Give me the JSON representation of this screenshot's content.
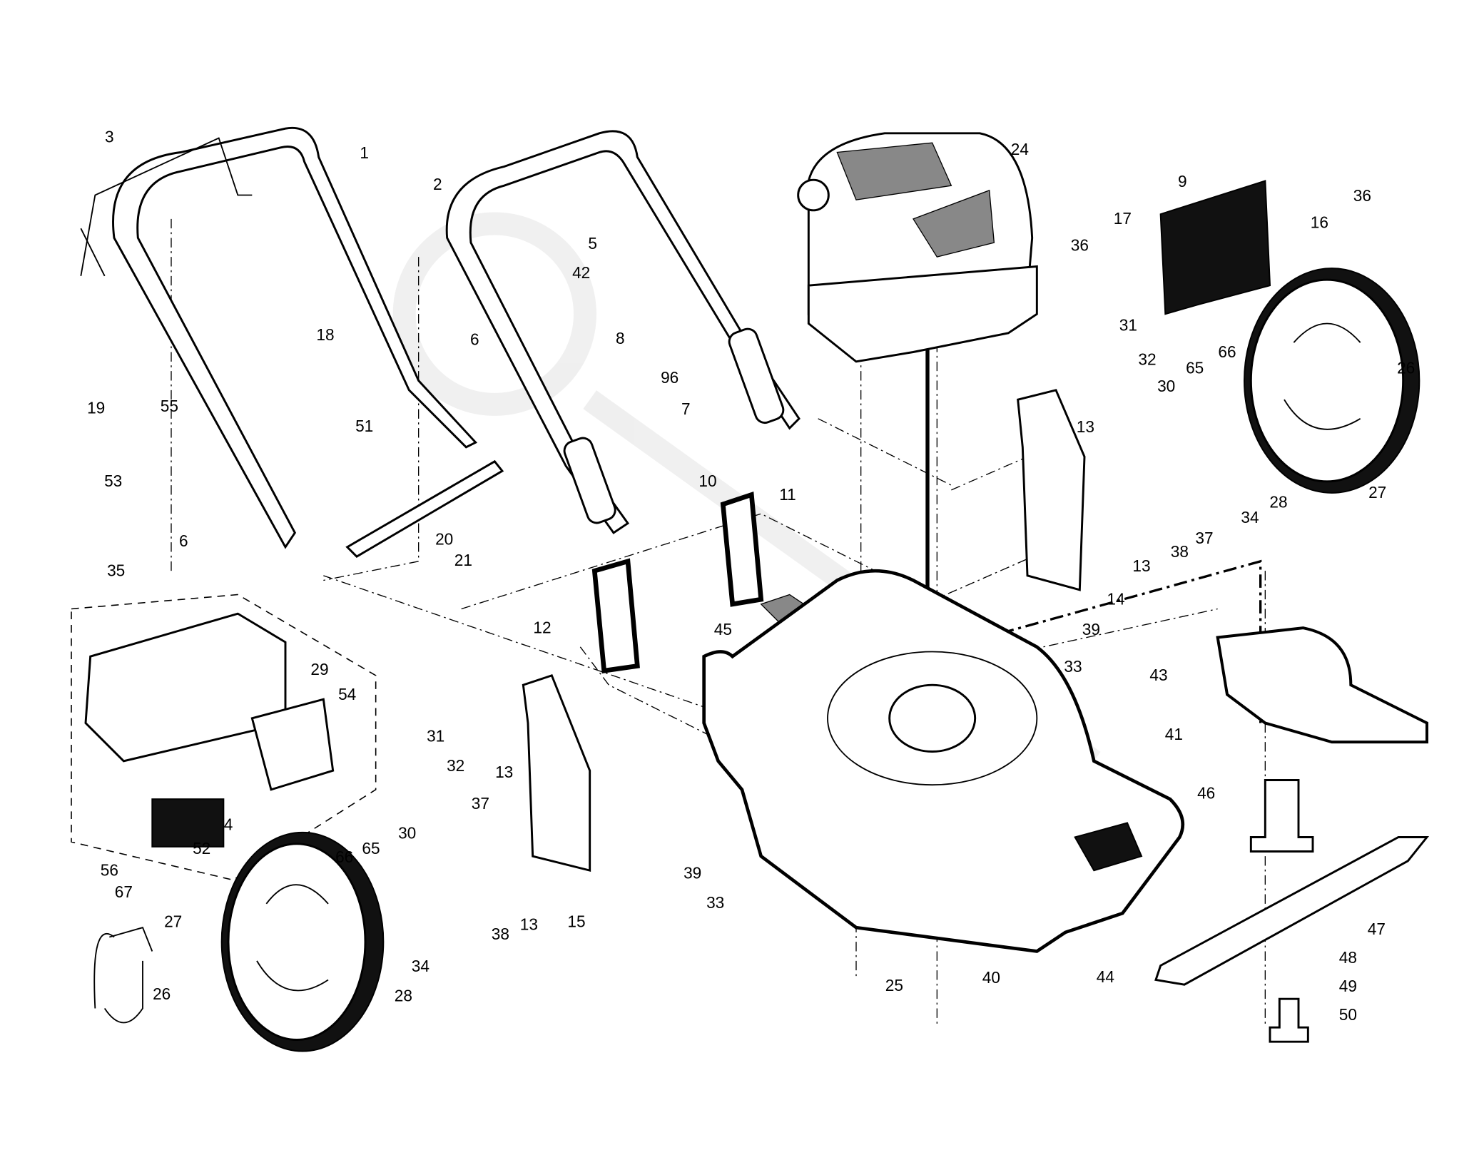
{
  "diagram": {
    "type": "exploded parts diagram",
    "watermark_present": true,
    "callouts": [
      "3",
      "1",
      "2",
      "5",
      "42",
      "24",
      "9",
      "17",
      "36",
      "16",
      "36",
      "18",
      "19",
      "55",
      "51",
      "6",
      "8",
      "96",
      "7",
      "10",
      "11",
      "53",
      "6",
      "20",
      "21",
      "31",
      "32",
      "65",
      "66",
      "26",
      "30",
      "13",
      "37",
      "38",
      "13",
      "14",
      "34",
      "28",
      "27",
      "12",
      "45",
      "39",
      "33",
      "43",
      "41",
      "46",
      "47",
      "48",
      "49",
      "50",
      "35",
      "29",
      "54",
      "31",
      "32",
      "13",
      "37",
      "30",
      "4",
      "52",
      "56",
      "66",
      "65",
      "39",
      "33",
      "13",
      "38",
      "15",
      "67",
      "27",
      "26",
      "28",
      "34",
      "25",
      "40",
      "44"
    ]
  }
}
